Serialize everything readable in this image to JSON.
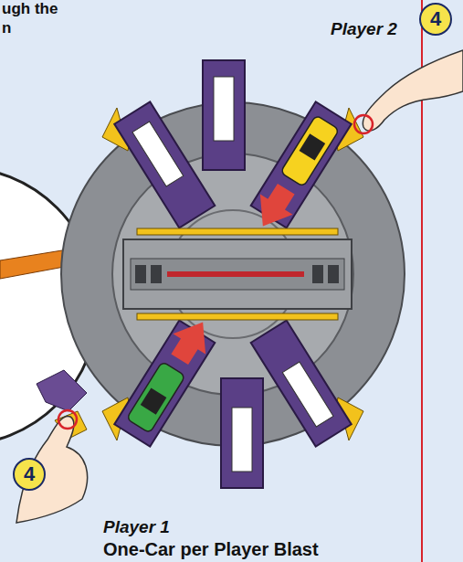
{
  "diagram": {
    "caption": "One-Car per Player Blast",
    "nodes": [
      {
        "text": [
          "4"
        ]
      },
      {
        "text": [
          "4"
        ]
      }
    ],
    "labels": [
      "ugh the",
      "n",
      "Player 2",
      "Player 1"
    ]
  }
}
